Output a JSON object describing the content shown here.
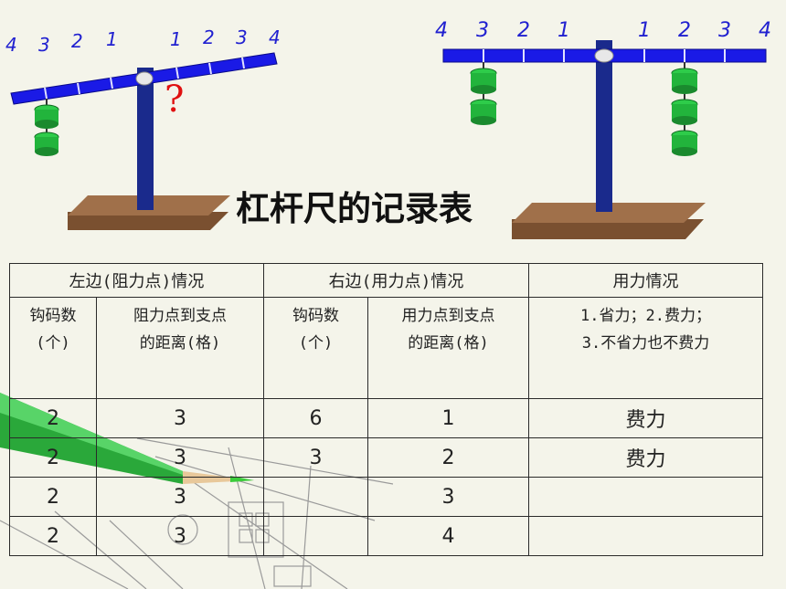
{
  "title": "杠杆尺的记录表",
  "lever_left": {
    "tick_labels_left": [
      "4",
      "3",
      "2",
      "1"
    ],
    "tick_labels_right": [
      "1",
      "2",
      "3",
      "4"
    ],
    "question_mark": "?"
  },
  "lever_right": {
    "tick_labels_left": [
      "4",
      "3",
      "2",
      "1"
    ],
    "tick_labels_right": [
      "1",
      "2",
      "3",
      "4"
    ]
  },
  "table": {
    "group_headers": [
      "左边(阻力点)情况",
      "右边(用力点)情况",
      "用力情况"
    ],
    "sub_headers": {
      "left_weights": [
        "钩码数",
        "(个)"
      ],
      "left_distance": [
        "阻力点到支点",
        "的距离(格)"
      ],
      "right_weights": [
        "钩码数",
        "(个)"
      ],
      "right_distance": [
        "用力点到支点",
        "的距离(格)"
      ],
      "effort": [
        "1.省力；2.费力；",
        "3.不省力也不费力"
      ]
    },
    "rows": [
      {
        "left_weights": "2",
        "left_distance": "3",
        "right_weights": "6",
        "right_distance": "1",
        "effort": "费力"
      },
      {
        "left_weights": "2",
        "left_distance": "3",
        "right_weights": "3",
        "right_distance": "2",
        "effort": "费力"
      },
      {
        "left_weights": "2",
        "left_distance": "3",
        "right_weights": "",
        "right_distance": "3",
        "effort": ""
      },
      {
        "left_weights": "2",
        "left_distance": "3",
        "right_weights": "",
        "right_distance": "4",
        "effort": ""
      }
    ]
  },
  "colors": {
    "beam": "#1a1ae6",
    "post": "#1a2a8c",
    "base": "#a0704a",
    "weights": "#22b43c",
    "tick_labels": "#2020d0",
    "question": "#e01010"
  }
}
